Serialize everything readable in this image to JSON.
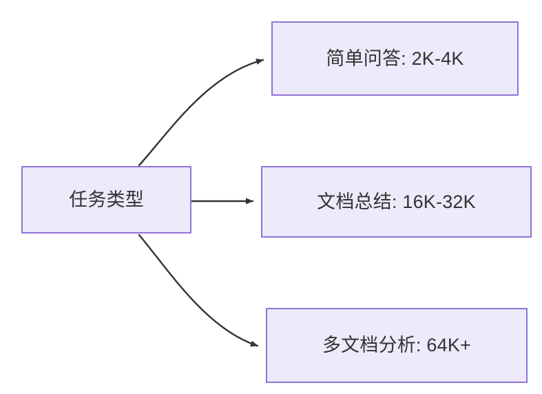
{
  "diagram": {
    "type": "flowchart",
    "direction": "left-to-right",
    "theme": {
      "node_fill": "#ECEAFB",
      "node_border": "#9072D4",
      "node_text": "#333333",
      "edge_stroke": "#333333",
      "background": "#FFFFFF"
    },
    "nodes": [
      {
        "id": "root",
        "label": "任务类型",
        "role": "source"
      },
      {
        "id": "simple-qa",
        "label": "简单问答: 2K-4K",
        "role": "target",
        "category": "简单问答",
        "context": "2K-4K"
      },
      {
        "id": "doc-sum",
        "label": "文档总结: 16K-32K",
        "role": "target",
        "category": "文档总结",
        "context": "16K-32K"
      },
      {
        "id": "multi-doc",
        "label": "多文档分析: 64K+",
        "role": "target",
        "category": "多文档分析",
        "context": "64K+"
      }
    ],
    "edges": [
      {
        "from": "root",
        "to": "simple-qa",
        "style": "curved",
        "arrow": "arrowhead-end"
      },
      {
        "from": "root",
        "to": "doc-sum",
        "style": "straight",
        "arrow": "arrowhead-end"
      },
      {
        "from": "root",
        "to": "multi-doc",
        "style": "curved",
        "arrow": "arrowhead-end"
      }
    ]
  }
}
